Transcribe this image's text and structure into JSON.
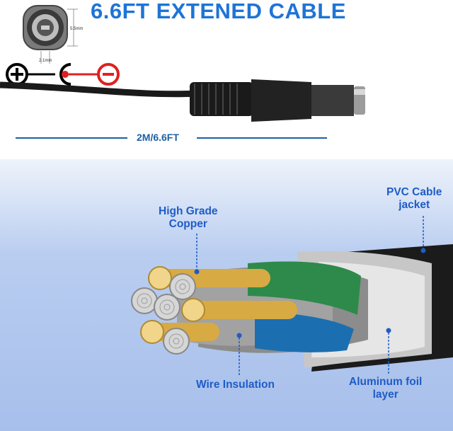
{
  "title": "6.6FT EXTENED CABLE",
  "connector": {
    "outer_diameter": "5.5mm",
    "inner_diameter": "2.1mm",
    "polarity_icon": "center-positive-polarity-icon"
  },
  "cable_length": "2M/6.6FT",
  "callouts": {
    "pvc_line1": "PVC Cable",
    "pvc_line2": "jacket",
    "copper_line1": "High Grade",
    "copper_line2": "Copper",
    "insulation": "Wire Insulation",
    "foil_line1": "Aluminum foil",
    "foil_line2": "layer"
  },
  "colors": {
    "title_blue": "#1e74d6",
    "callout_blue": "#1e5cc6",
    "dimension_line": "#1f5fa3",
    "negative_red": "#e02020"
  }
}
